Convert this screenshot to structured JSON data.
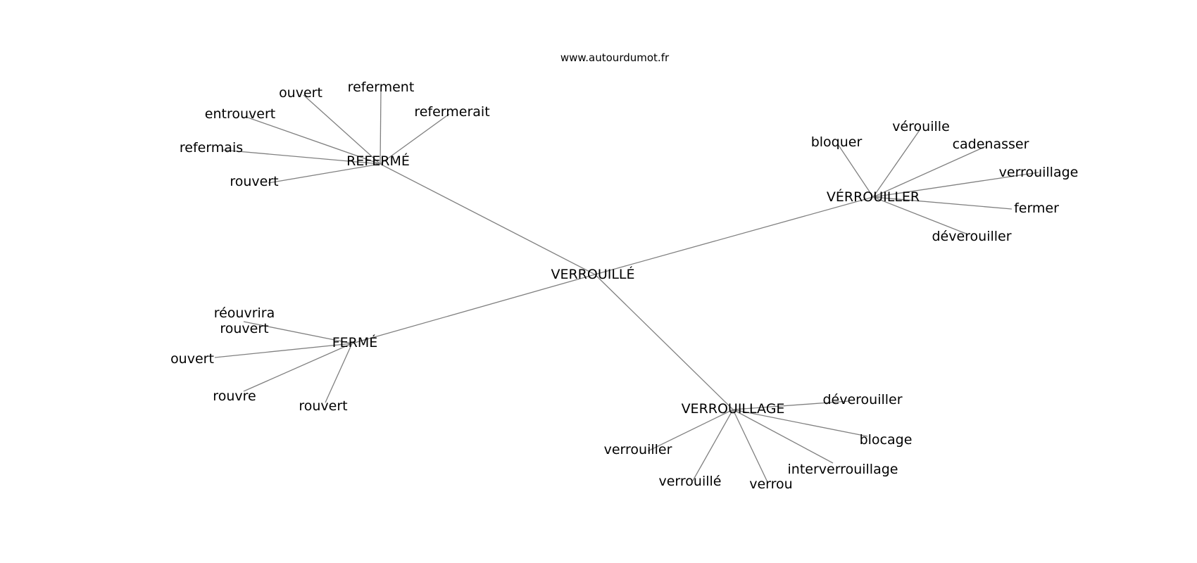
{
  "source": "www.autourdumot.fr",
  "center": {
    "id": "center",
    "label": "VERROUILLÉ"
  },
  "hubs": [
    {
      "id": "hub-referme",
      "label": "REFERMÉ",
      "leaves": [
        "ouvert",
        "referment",
        "refermerait",
        "entrouvert",
        "refermais",
        "rouvert"
      ]
    },
    {
      "id": "hub-verrouiller",
      "label": "VÉRROUILLER",
      "leaves": [
        "bloquer",
        "vérouille",
        "cadenasser",
        "verrouillage",
        "fermer",
        "déverouiller"
      ]
    },
    {
      "id": "hub-ferme",
      "label": "FERMÉ",
      "leaves": [
        "réouvrira rouvert",
        "ouvert",
        "rouvre",
        "rouvert"
      ]
    },
    {
      "id": "hub-verrouillage",
      "label": "VERROUILLAGE",
      "leaves": [
        "déverouiller",
        "blocage",
        "interverrouillage",
        "verrou",
        "verrouillé",
        "verrouiller"
      ]
    }
  ]
}
